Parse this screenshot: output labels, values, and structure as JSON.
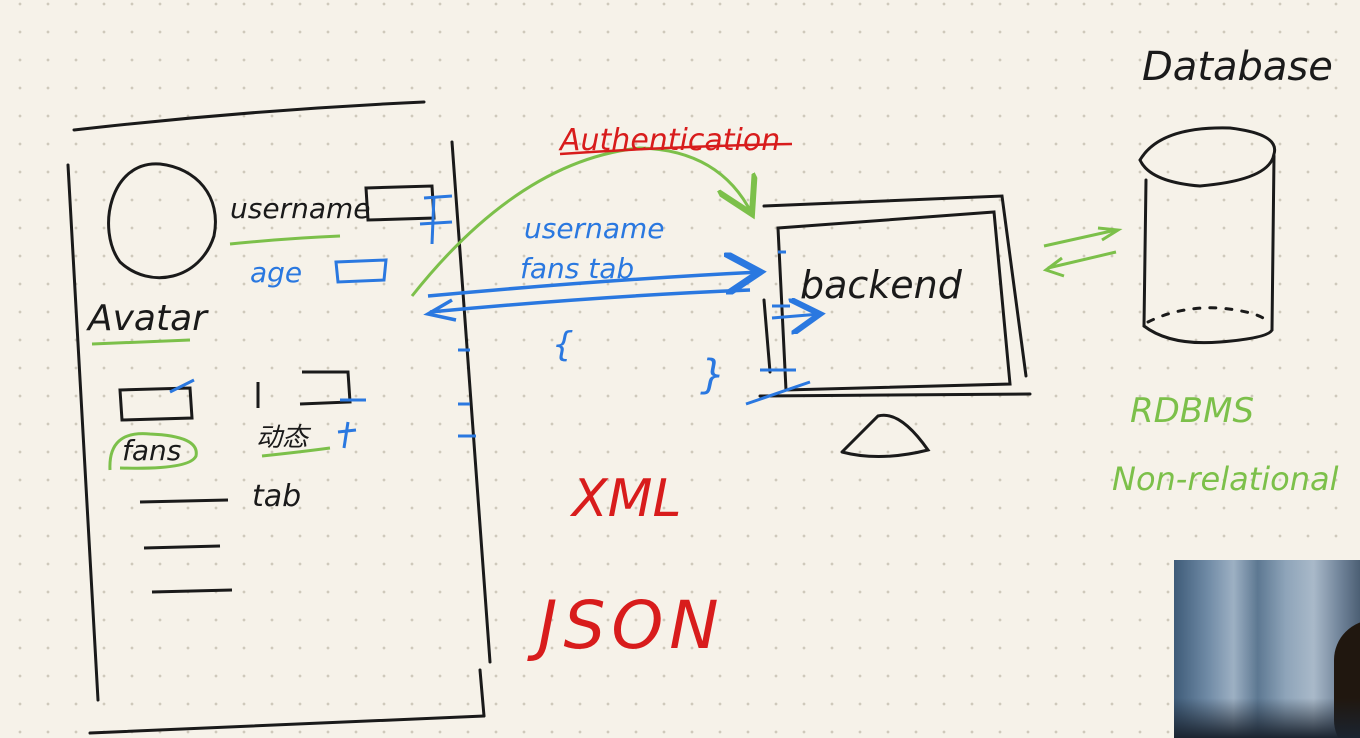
{
  "labels": {
    "username": "username",
    "age": "age",
    "avatar": "Avatar",
    "fans": "fans",
    "dongtai": "动态",
    "tab": "tab",
    "authentication": "Authentication",
    "request_line1": "username",
    "request_line2": "fans tab",
    "brace_open": "{",
    "brace_close": "}",
    "backend": "backend",
    "database": "Database",
    "rdbms": "RDBMS",
    "nonrelational": "Non-relational",
    "xml": "XML",
    "json": "JSON"
  },
  "colors": {
    "ink": "#1a1a1a",
    "blue": "#2a78e0",
    "green": "#7cc04a",
    "red": "#d81c1c",
    "paper": "#f6f2e9"
  }
}
